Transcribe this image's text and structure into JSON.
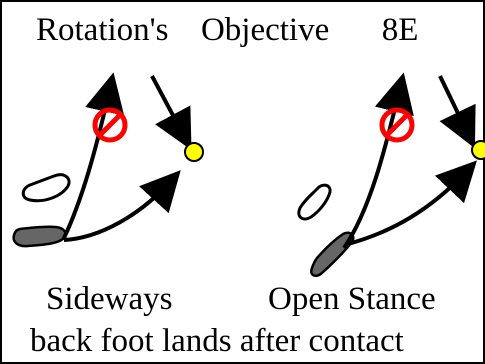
{
  "title": {
    "part1": "Rotation's",
    "part2": "Objective",
    "part3": "8E"
  },
  "labels": {
    "left": "Sideways",
    "right": "Open Stance"
  },
  "caption": "back foot lands after contact",
  "colors": {
    "ball": "#ffff00",
    "no_symbol": "#ff0000",
    "foot_filled": "#666666",
    "line": "#000000"
  },
  "icons": {
    "no_symbol": "prohibited-circle-icon",
    "ball": "ball-icon",
    "foot_filled": "back-foot-icon",
    "foot_outline": "front-foot-icon"
  }
}
